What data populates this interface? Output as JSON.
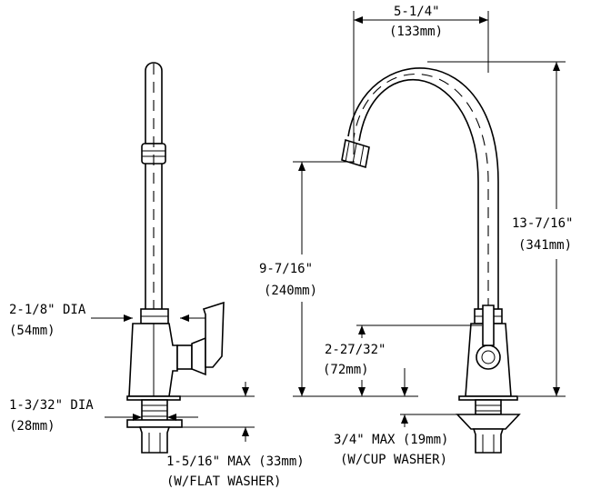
{
  "dimensions": {
    "spout_reach": {
      "label": "5-1/4\"",
      "metric": "(133mm)"
    },
    "overall_height": {
      "label": "13-7/16\"",
      "metric": "(341mm)"
    },
    "outlet_height": {
      "label": "9-7/16\"",
      "metric": "(240mm)"
    },
    "handle_height": {
      "label": "2-27/32\"",
      "metric": "(72mm)"
    },
    "base_diameter": {
      "label": "2-1/8\" DIA",
      "metric": "(54mm)"
    },
    "shank_diameter": {
      "label": "1-3/32\" DIA",
      "metric": "(28mm)"
    },
    "flat_washer_max": {
      "label": "1-5/16\" MAX (33mm)",
      "metric": "(W/FLAT WASHER)"
    },
    "cup_washer_max": {
      "label": "3/4\" MAX (19mm)",
      "metric": "(W/CUP WASHER)"
    }
  }
}
